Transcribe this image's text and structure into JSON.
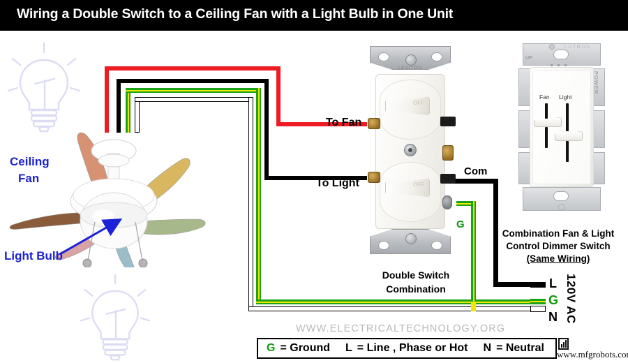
{
  "header": {
    "title": "Wiring a Double Switch to a Ceiling Fan with a Light Bulb in One Unit"
  },
  "fan": {
    "label_ceiling_fan": "Ceiling\nFan",
    "label_ceiling_fan_line1": "Ceiling",
    "label_ceiling_fan_line2": "Fan",
    "label_light_bulb": "Light Bulb",
    "blade_colors": [
      "#d79274",
      "#d9b760",
      "#a7b98b",
      "#9bbcc9",
      "#d9a3a3",
      "#8a5c3c"
    ],
    "housing_color": "#ffffff",
    "label_color": "#1a21d6"
  },
  "switch_device": {
    "caption_line1": "Double Switch",
    "caption_line2": "Combination",
    "toggle_text": "OFF",
    "brand_text": "LEVITON",
    "terminal_com_label": "Com",
    "terminal_ground_label": "G"
  },
  "dimmer_device": {
    "fan_label": "Fan",
    "light_label": "Light",
    "power_label": "POWER",
    "brand_text": "LUTRON",
    "up_text": "UP",
    "caption_line1": "Combination Fan &  Light",
    "caption_line2": "Control Dimmer Switch",
    "caption_line3": "(Same Wiring)"
  },
  "wire_labels": {
    "to_fan": "To Fan",
    "to_light": "To Light",
    "line": "L",
    "ground": "G",
    "neutral": "N",
    "supply": "120V AC"
  },
  "wire_colors": {
    "red": "#ed1c24",
    "black": "#000000",
    "green": "#18a318",
    "yellow": "#f2e500",
    "white": "#ffffff",
    "ground_label_color": "#0b9a0b"
  },
  "legend": {
    "g_symbol": "G",
    "g_text": "= Ground",
    "l_symbol": "L",
    "l_text": "= Line , Phase or Hot",
    "n_symbol": "N",
    "n_text": "= Neutral"
  },
  "watermarks": {
    "site_url": "WWW.ELECTRICALTECHNOLOGY.ORG",
    "bottom_right": "www.mfgrobots.com"
  }
}
